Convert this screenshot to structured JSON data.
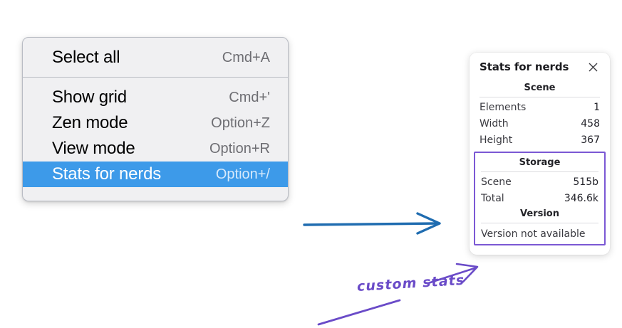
{
  "context_menu": {
    "name": "canvas-context-menu",
    "groups": [
      {
        "items": [
          {
            "label": "Select all",
            "shortcut": "Cmd+A",
            "selected": false
          }
        ]
      },
      {
        "items": [
          {
            "label": "Show grid",
            "shortcut": "Cmd+'",
            "selected": false
          },
          {
            "label": "Zen mode",
            "shortcut": "Option+Z",
            "selected": false
          },
          {
            "label": "View mode",
            "shortcut": "Option+R",
            "selected": false
          },
          {
            "label": "Stats for nerds",
            "shortcut": "Option+/",
            "selected": true
          }
        ]
      }
    ],
    "highlight_color": "#3d9ae9",
    "background_color": "#f0f0f2"
  },
  "stats_panel": {
    "title": "Stats for nerds",
    "close_label": "×",
    "sections": [
      {
        "heading": "Scene",
        "rows": [
          {
            "key": "Elements",
            "value": "1"
          },
          {
            "key": "Width",
            "value": "458"
          },
          {
            "key": "Height",
            "value": "367"
          }
        ]
      },
      {
        "heading": "Storage",
        "rows": [
          {
            "key": "Scene",
            "value": "515b"
          },
          {
            "key": "Total",
            "value": "346.6k"
          }
        ]
      },
      {
        "heading": "Version",
        "full_row": "Version not available"
      }
    ],
    "highlight_border_color": "#7b58d4"
  },
  "annotations": {
    "handwritten_note": "custom stats",
    "note_color": "#6a4bc8",
    "arrow_color": "#1f6cb0"
  }
}
